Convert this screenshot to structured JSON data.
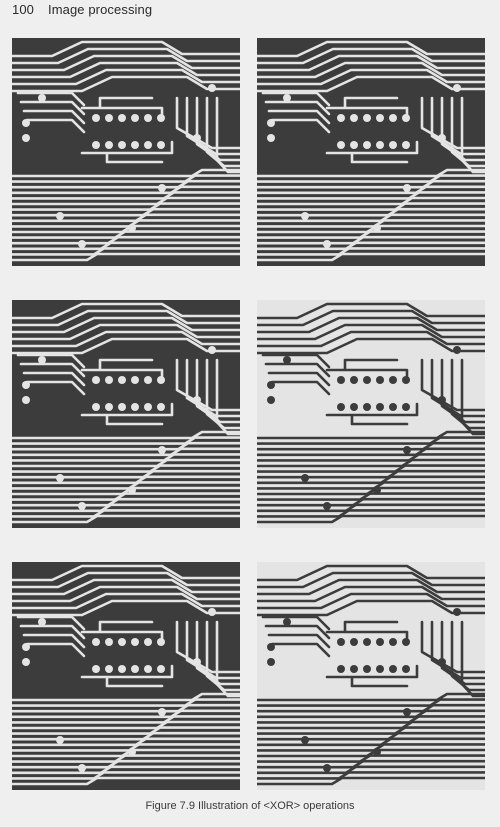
{
  "page": {
    "number": "100",
    "running_title": "Image processing"
  },
  "figure": {
    "caption": "Figure 7.9 Illustration of <XOR> operations",
    "panels": [
      {
        "id": "top-left",
        "variant": "light-traces"
      },
      {
        "id": "top-right",
        "variant": "light-traces"
      },
      {
        "id": "middle-left",
        "variant": "light-traces"
      },
      {
        "id": "middle-right",
        "variant": "dark-traces"
      },
      {
        "id": "bottom-left",
        "variant": "light-traces-noisy"
      },
      {
        "id": "bottom-right",
        "variant": "dark-traces"
      }
    ]
  },
  "colors": {
    "paper": "#efefef",
    "dark": "#3c3c3c",
    "light": "#e4e4e4"
  }
}
